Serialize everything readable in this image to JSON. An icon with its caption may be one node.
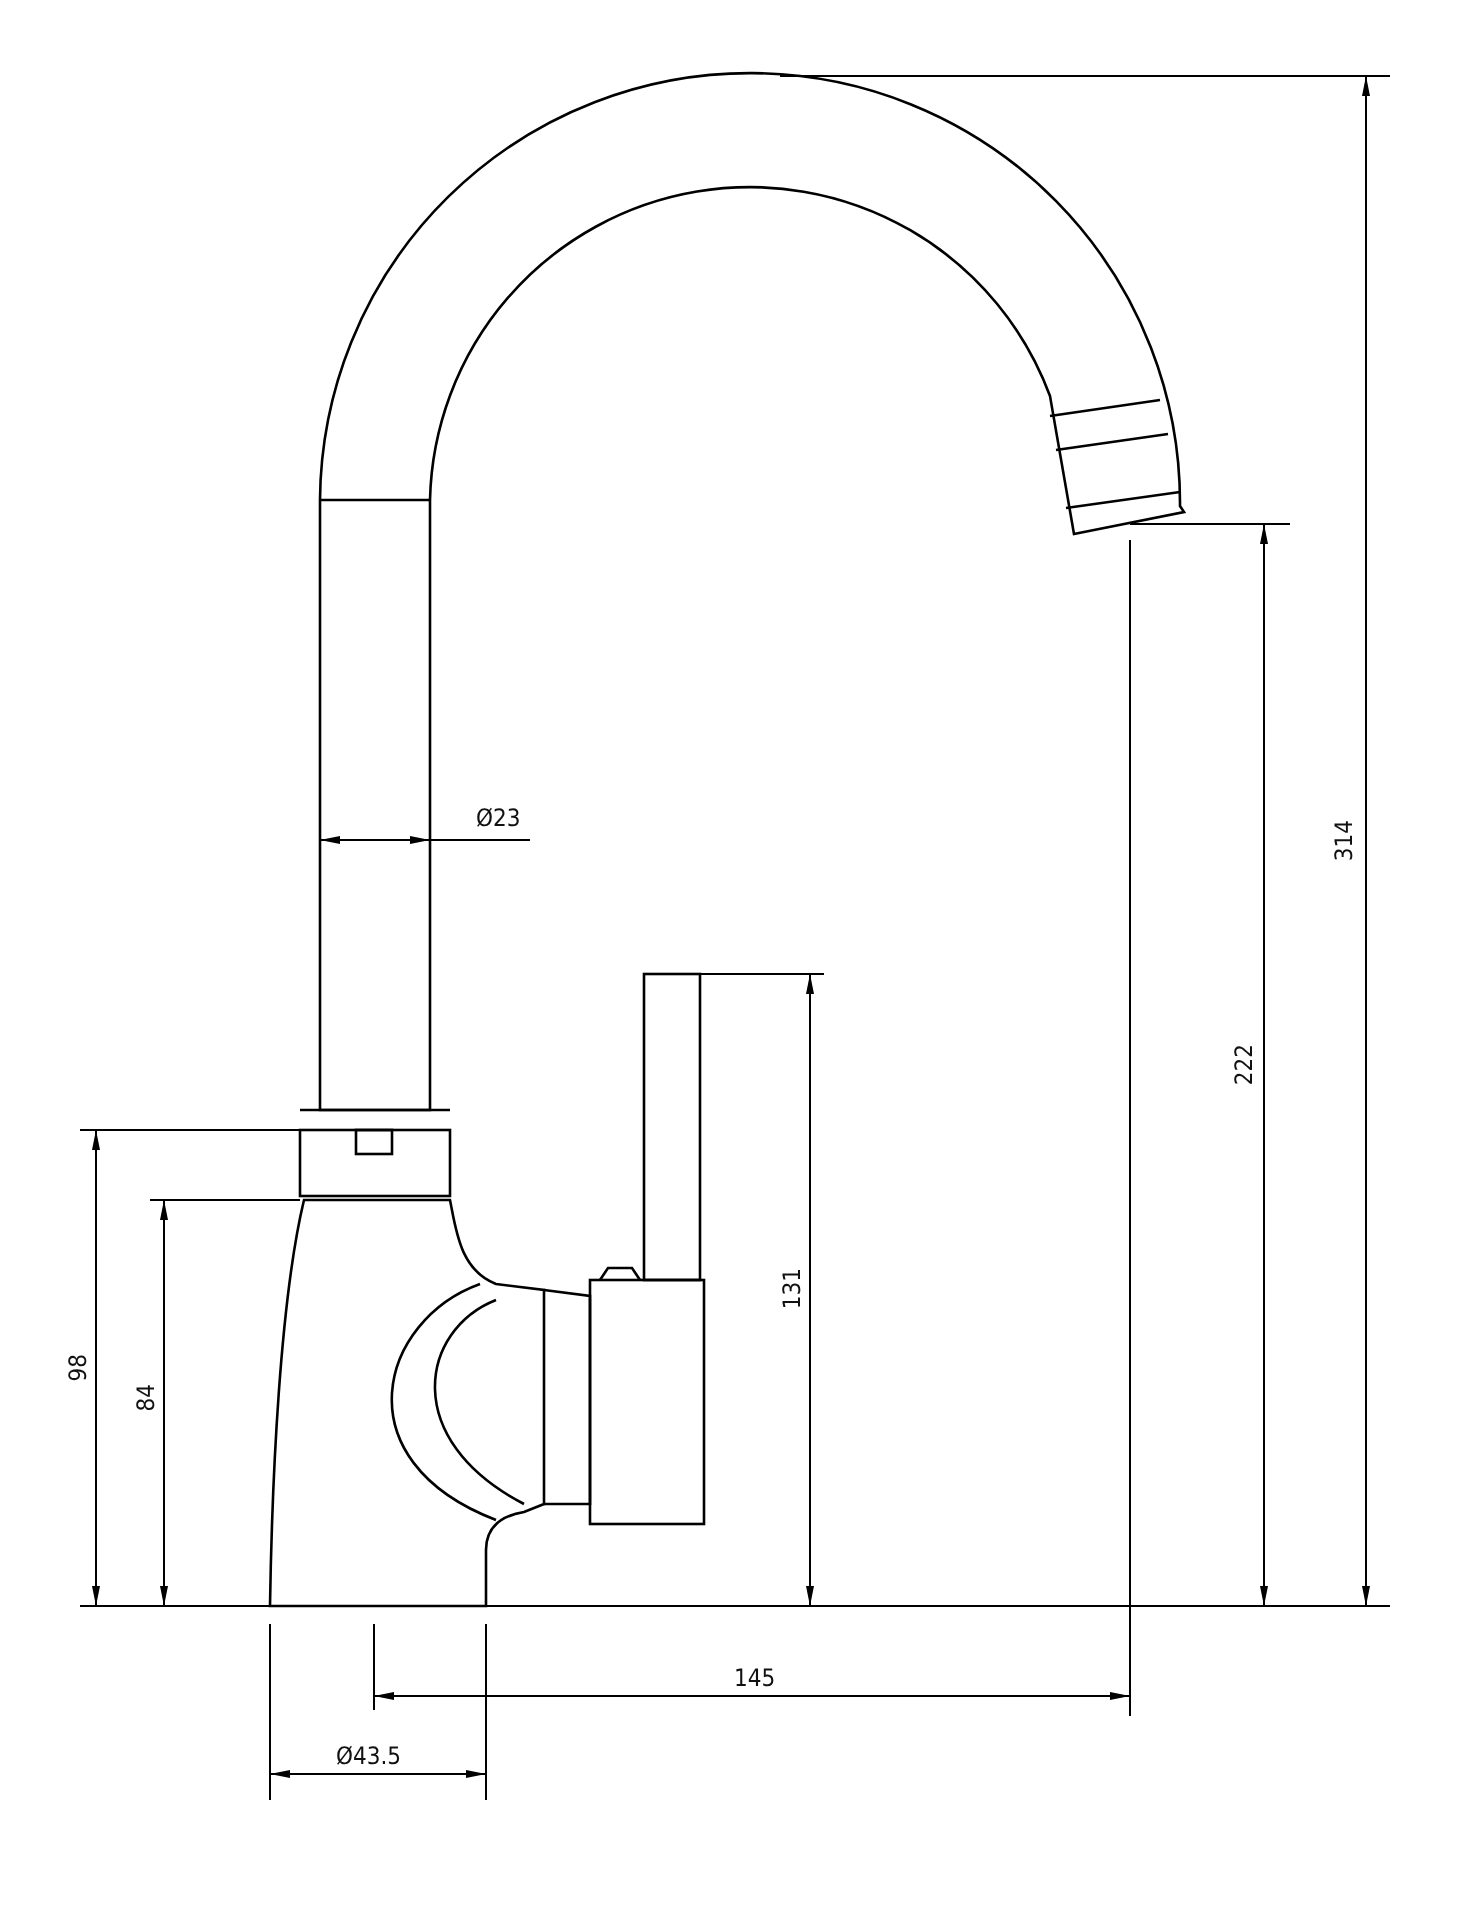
{
  "diagram": {
    "labels": [
      "Ø23",
      "314",
      "222",
      "131",
      "98",
      "84",
      "145",
      "Ø43.5"
    ]
  }
}
